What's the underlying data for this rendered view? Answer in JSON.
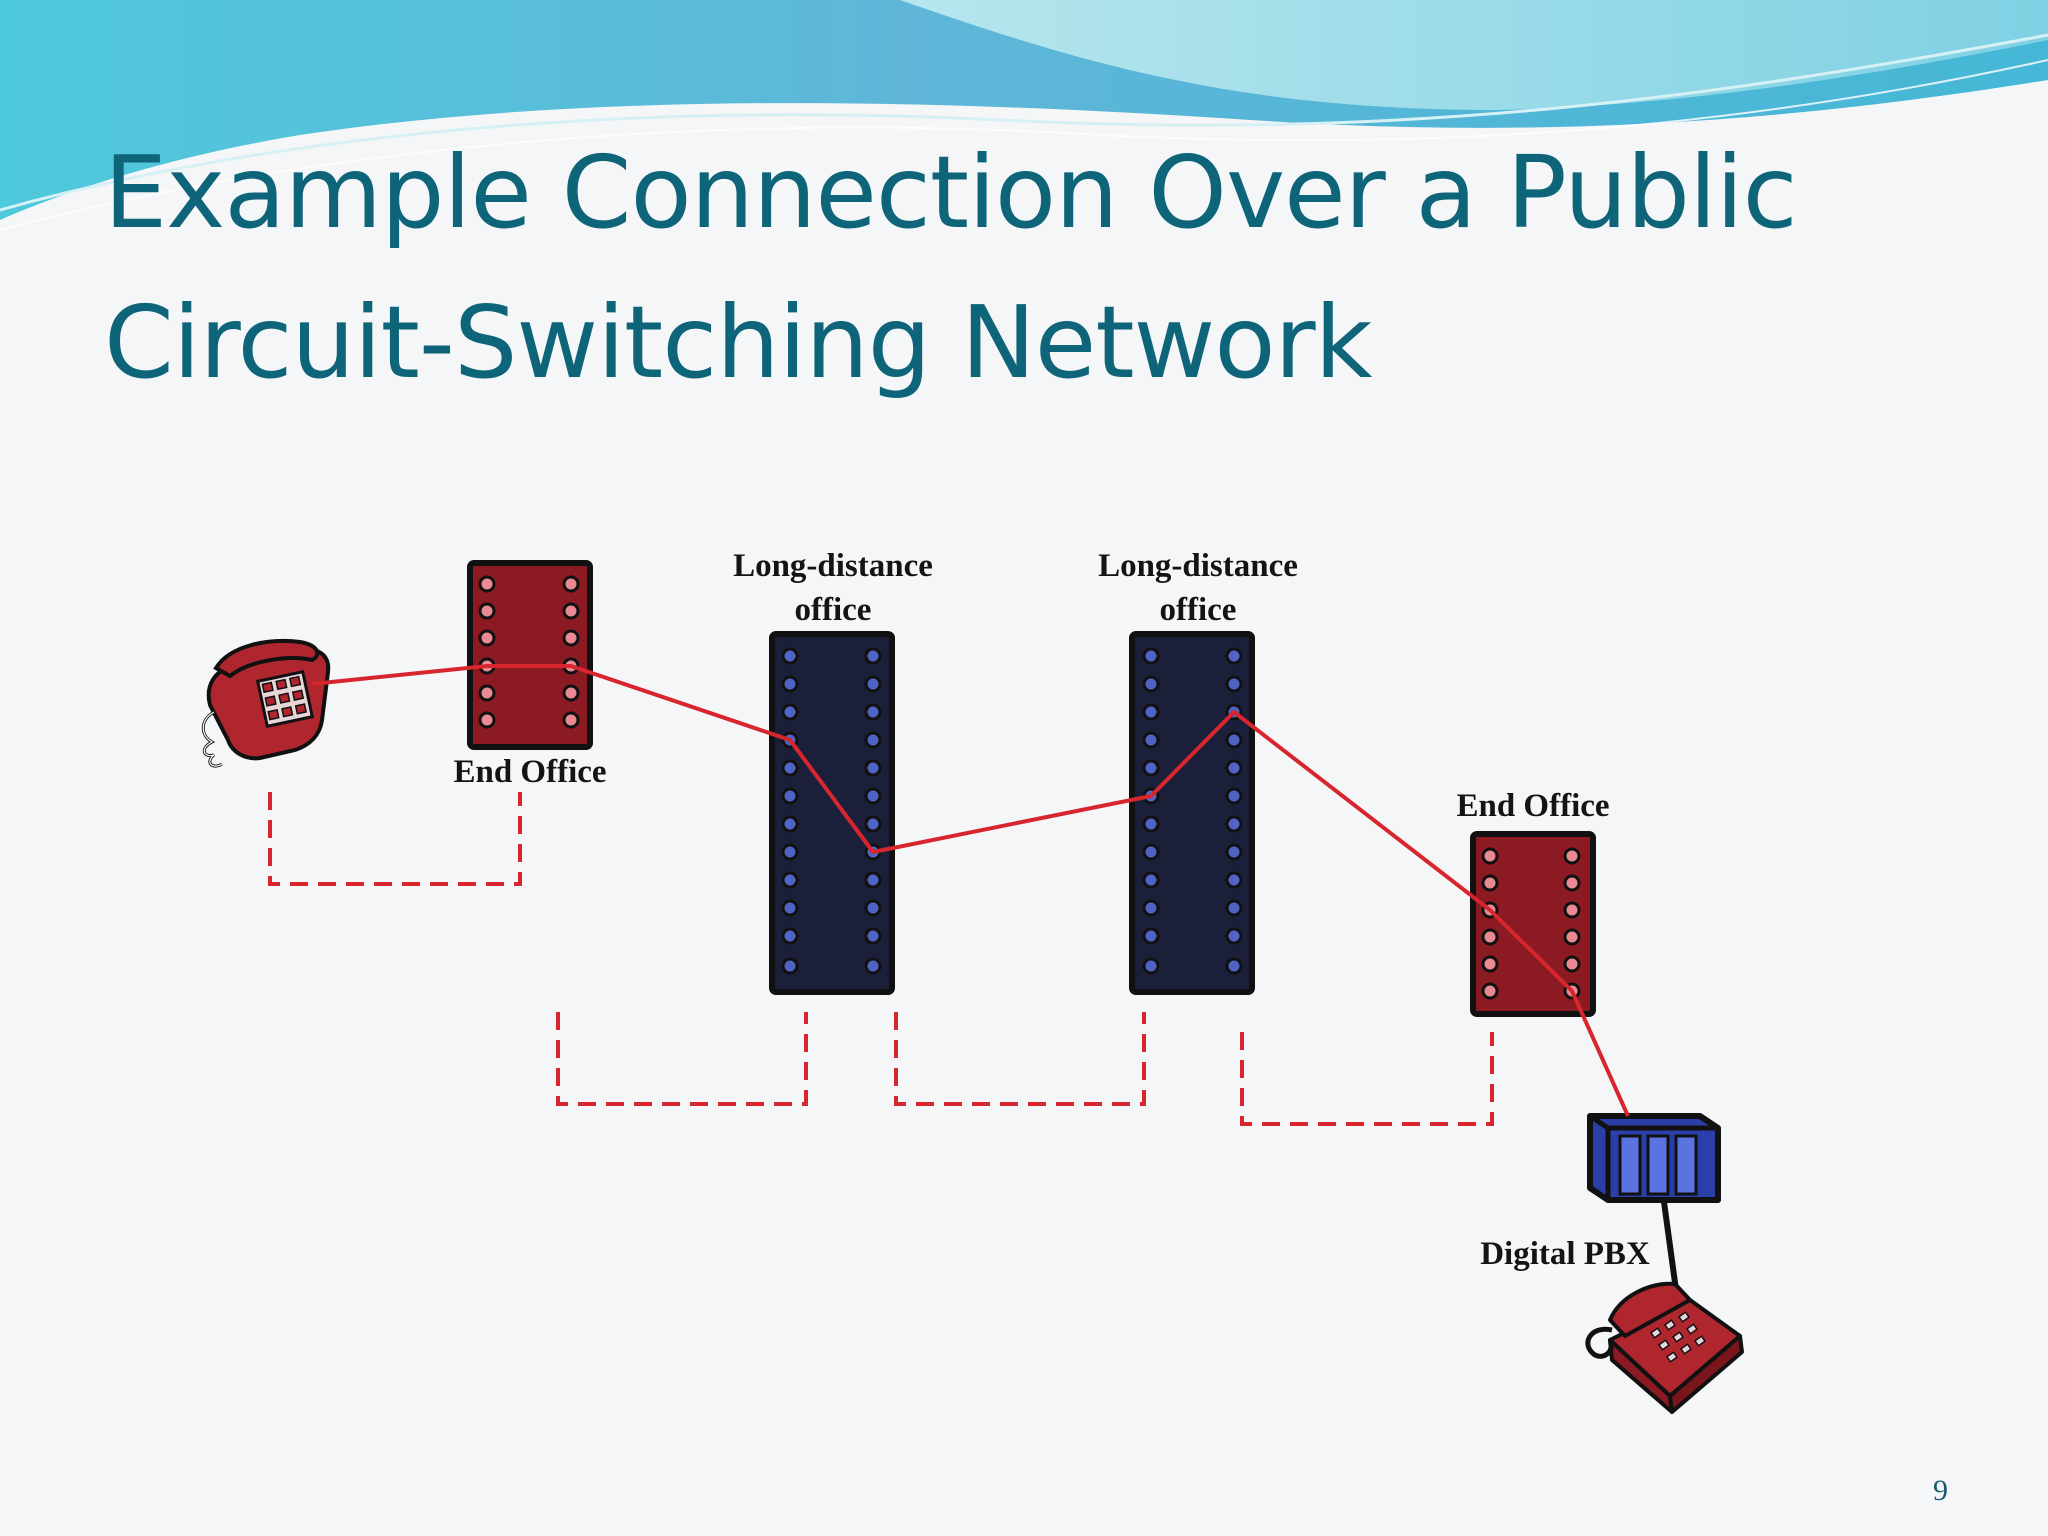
{
  "slide": {
    "title_line1": "Example Connection Over a Public",
    "title_line2": "Circuit-Switching Network",
    "page_number": "9"
  },
  "diagram": {
    "labels": {
      "end_office_left": "End Office",
      "long_distance_1": [
        "Long-distance",
        "office"
      ],
      "long_distance_2": [
        "Long-distance",
        "office"
      ],
      "end_office_right": "End Office",
      "digital_pbx": "Digital PBX"
    },
    "colors": {
      "title": "#0e6479",
      "end_office_fill": "#8b1a22",
      "long_distance_fill": "#1c1f3a",
      "circuit_line": "#d8262e",
      "pbx_fill": "#2a3fa8",
      "phone": "#b0262e"
    }
  }
}
